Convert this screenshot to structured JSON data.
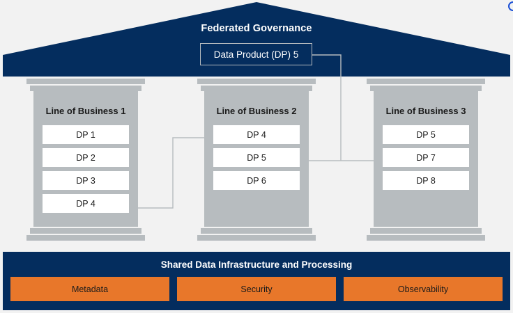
{
  "diagram": {
    "title": "Federated Governance",
    "colors": {
      "navy": "#042d5e",
      "gray": "#b7bcbf",
      "orange": "#e8772a",
      "background": "#f2f2f2",
      "chip_white": "#ffffff",
      "connector": "#b7bcbf"
    },
    "corner_icon": "circle-icon",
    "governance": {
      "featured_product_label": "Data Product (DP) 5"
    },
    "pillars": [
      {
        "title": "Line of Business 1",
        "products": [
          "DP 1",
          "DP 2",
          "DP 3",
          "DP 4"
        ]
      },
      {
        "title": "Line of Business 2",
        "products": [
          "DP 4",
          "DP 5",
          "DP 6"
        ]
      },
      {
        "title": "Line of Business 3",
        "products": [
          "DP 5",
          "DP 7",
          "DP 8"
        ]
      }
    ],
    "foundation": {
      "title": "Shared Data Infrastructure and Processing",
      "capabilities": [
        "Metadata",
        "Security",
        "Observability"
      ]
    }
  }
}
